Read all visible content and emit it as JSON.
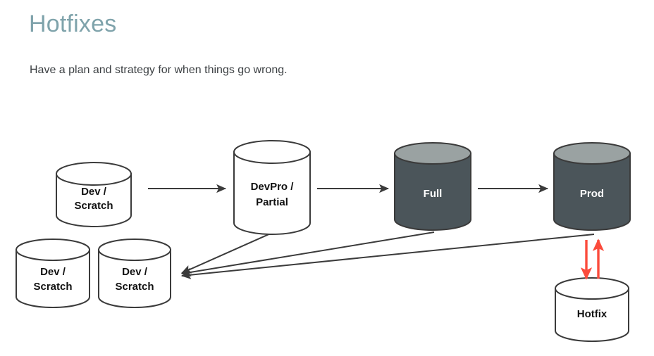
{
  "slide": {
    "title": "Hotfixes",
    "subtitle": "Have a plan and strategy for when things go wrong.",
    "title_color": "#7fa3ab",
    "subtitle_color": "#3c4043",
    "background_color": "#ffffff"
  },
  "diagram": {
    "type": "flow-diagram",
    "stroke_color": "#3b3b3b",
    "hotfix_arrow_color": "#fb4b3c",
    "dark_body_color": "#4b555a",
    "dark_top_color": "#9aa2a2",
    "light_body_color": "#ffffff",
    "nodes": [
      {
        "id": "dev-scratch-top",
        "label_line1": "Dev /",
        "label_line2": "Scratch",
        "style": "light"
      },
      {
        "id": "devpro-partial",
        "label_line1": "DevPro /",
        "label_line2": "Partial",
        "style": "light"
      },
      {
        "id": "full",
        "label_line1": "Full",
        "label_line2": "",
        "style": "dark"
      },
      {
        "id": "prod",
        "label_line1": "Prod",
        "label_line2": "",
        "style": "dark"
      },
      {
        "id": "dev-scratch-left",
        "label_line1": "Dev /",
        "label_line2": "Scratch",
        "style": "light"
      },
      {
        "id": "dev-scratch-right",
        "label_line1": "Dev /",
        "label_line2": "Scratch",
        "style": "light"
      },
      {
        "id": "hotfix",
        "label_line1": "Hotfix",
        "label_line2": "",
        "style": "light"
      }
    ],
    "edges": [
      {
        "from": "dev-scratch-top",
        "to": "devpro-partial",
        "color": "#3b3b3b",
        "direction": "forward"
      },
      {
        "from": "devpro-partial",
        "to": "full",
        "color": "#3b3b3b",
        "direction": "forward"
      },
      {
        "from": "full",
        "to": "prod",
        "color": "#3b3b3b",
        "direction": "forward"
      },
      {
        "from": "devpro-partial",
        "to": "dev-scratch-right",
        "color": "#3b3b3b",
        "direction": "forward"
      },
      {
        "from": "full",
        "to": "dev-scratch-right",
        "color": "#3b3b3b",
        "direction": "forward"
      },
      {
        "from": "prod",
        "to": "dev-scratch-right",
        "color": "#3b3b3b",
        "direction": "forward"
      },
      {
        "from": "prod",
        "to": "hotfix",
        "color": "#fb4b3c",
        "direction": "forward"
      },
      {
        "from": "hotfix",
        "to": "prod",
        "color": "#fb4b3c",
        "direction": "forward"
      }
    ]
  }
}
